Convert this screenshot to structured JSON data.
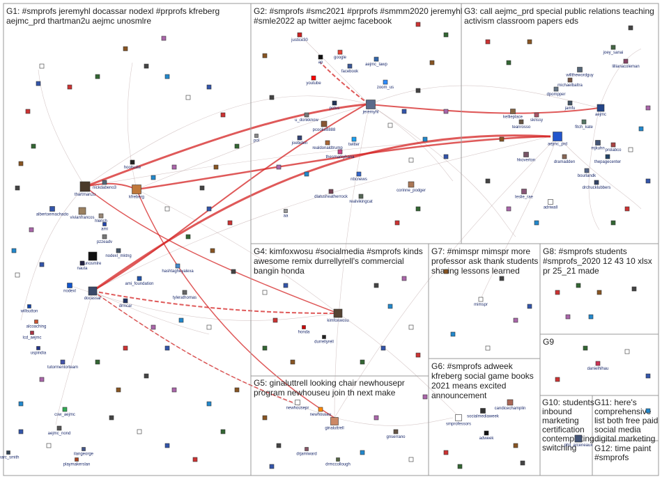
{
  "groups": [
    {
      "id": "G1",
      "lines": [
        "G1: #smprofs jeremyhl docassar nodexl #prprofs kfreberg",
        "aejmc_prd thartman2u aejmc unosmlre"
      ]
    },
    {
      "id": "G2",
      "lines": [
        "G2: #smprofs #smc2021 #prprofs #smmm2020 jeremyhl",
        "#smle2022 ap twitter aejmc facebook"
      ]
    },
    {
      "id": "G3",
      "lines": [
        "G3: call aejmc_prd special public relations teaching",
        "activism classroom papers eds"
      ]
    },
    {
      "id": "G4",
      "lines": [
        "G4: kimfoxwosu #socialmedia #smprofs kinds",
        "awesome remix durrellyrell's commercial",
        "bangin honda"
      ]
    },
    {
      "id": "G5",
      "lines": [
        "G5: ginaluttrell looking chair newhousepr",
        "program newhouseu join th next make"
      ]
    },
    {
      "id": "G6",
      "lines": [
        "G6: #smprofs adweek",
        "kfreberg social game books",
        "2021 means excited",
        "announcement"
      ]
    },
    {
      "id": "G7",
      "lines": [
        "G7: #mimspr mimspr more",
        "professor ask thank students",
        "sharing lessons learned"
      ]
    },
    {
      "id": "G8",
      "lines": [
        "G8: #smprofs students",
        "#smprofs_2020 12 43 10 xlsx",
        "pr 25_21 made"
      ]
    },
    {
      "id": "G9",
      "lines": [
        "G9"
      ]
    },
    {
      "id": "G10",
      "lines": [
        "G10: students",
        "inbound",
        "marketing",
        "certification",
        "contemplating",
        "switching"
      ]
    },
    {
      "id": "G11",
      "lines": [
        "G11: here's",
        "comprehensive",
        "list both free paid",
        "social media",
        "digital marketing"
      ]
    },
    {
      "id": "G12",
      "lines": [
        "G12: time paint",
        "#smprofs"
      ]
    }
  ],
  "nodes": [
    {
      "label": "thartman2u",
      "group": "G1",
      "color": "#4a3a2a"
    },
    {
      "label": "kfreberg",
      "group": "G1",
      "color": "#c0783a"
    },
    {
      "label": "nickdabeno3",
      "group": "G1",
      "color": "#556677"
    },
    {
      "label": "albertoemachado",
      "group": "G1",
      "color": "#3355aa"
    },
    {
      "label": "vivianfrancos",
      "group": "G1",
      "color": "#9a8060"
    },
    {
      "label": "hootsuite",
      "group": "G1",
      "color": "#222222"
    },
    {
      "label": "pzzeadv",
      "group": "G1",
      "color": "#777777"
    },
    {
      "label": "nodexl_mktng",
      "group": "G1",
      "color": "#445566"
    },
    {
      "label": "unosmlre",
      "group": "G1",
      "color": "#111111"
    },
    {
      "label": "ami_foundation",
      "group": "G1",
      "color": "#2255aa"
    },
    {
      "label": "docassar",
      "group": "G1",
      "color": "#3a4a6a"
    },
    {
      "label": "nodexl",
      "group": "G1",
      "color": "#1155cc"
    },
    {
      "label": "drmcar",
      "group": "G1",
      "color": "#223366"
    },
    {
      "label": "hashtagheyalexa",
      "group": "G1",
      "color": "#4488cc"
    },
    {
      "label": "tylerathomas",
      "group": "G1",
      "color": "#666666"
    },
    {
      "label": "willsutton",
      "group": "G1",
      "color": "#1144aa"
    },
    {
      "label": "alcoaching",
      "group": "G1",
      "color": "#cc5533"
    },
    {
      "label": "lcd_aejmc",
      "group": "G1",
      "color": "#aa3344"
    },
    {
      "label": "uspindia",
      "group": "G1",
      "color": "#223388"
    },
    {
      "label": "tutormentorteam",
      "group": "G1",
      "color": "#4455aa"
    },
    {
      "label": "csw_aejmc",
      "group": "G1",
      "color": "#33aa55"
    },
    {
      "label": "aejmc_nond",
      "group": "G1",
      "color": "#555555"
    },
    {
      "label": "ilangeorge",
      "group": "G1",
      "color": "#445588"
    },
    {
      "label": "playmakerslan",
      "group": "G1",
      "color": "#aa4422"
    },
    {
      "label": "marc_smith",
      "group": "G1",
      "color": "#334455"
    },
    {
      "label": "nauta",
      "group": "G1",
      "color": "#222244"
    },
    {
      "label": "hlerich",
      "group": "G1",
      "color": "#998877"
    },
    {
      "label": "ami",
      "group": "G1",
      "color": "#2244aa"
    },
    {
      "label": "justice30",
      "group": "G2",
      "color": "#cc2222"
    },
    {
      "label": "ap",
      "group": "G2",
      "color": "#111111"
    },
    {
      "label": "google",
      "group": "G2",
      "color": "#ea4335"
    },
    {
      "label": "aejmc_lawp",
      "group": "G2",
      "color": "#3366aa"
    },
    {
      "label": "facebook",
      "group": "G2",
      "color": "#3b5998"
    },
    {
      "label": "zoom_us",
      "group": "G2",
      "color": "#2d8cff"
    },
    {
      "label": "youtube",
      "group": "G2",
      "color": "#ff0000"
    },
    {
      "label": "jeremyhl",
      "group": "G2",
      "color": "#5a6a8a"
    },
    {
      "label": "potus",
      "group": "G2",
      "color": "#223355"
    },
    {
      "label": "u_donkknow",
      "group": "G2",
      "color": "#777777"
    },
    {
      "label": "pcooke8888",
      "group": "G2",
      "color": "#885533"
    },
    {
      "label": "joebiden",
      "group": "G2",
      "color": "#334477"
    },
    {
      "label": "realdonaldtrump",
      "group": "G2",
      "color": "#aa6633"
    },
    {
      "label": "twitter",
      "group": "G2",
      "color": "#1da1f2"
    },
    {
      "label": "thesmarkyhana",
      "group": "G2",
      "color": "#cc4488"
    },
    {
      "label": "pol",
      "group": "G2",
      "color": "#888888"
    },
    {
      "label": "nbcnews",
      "group": "G2",
      "color": "#3366cc"
    },
    {
      "label": "dlatusheatherrock",
      "group": "G2",
      "color": "#774455"
    },
    {
      "label": "realvikingcat",
      "group": "G2",
      "color": "#556655"
    },
    {
      "label": "corinne_podger",
      "group": "G2",
      "color": "#aa7755"
    },
    {
      "label": "aa",
      "group": "G2",
      "color": "#999999"
    },
    {
      "label": "joey_sanai",
      "group": "G3",
      "color": "#446644"
    },
    {
      "label": "lillianacoleman",
      "group": "G3",
      "color": "#884466"
    },
    {
      "label": "willthewordguy",
      "group": "G3",
      "color": "#556677"
    },
    {
      "label": "michaelbaltra",
      "group": "G3",
      "color": "#775544"
    },
    {
      "label": "dpompper",
      "group": "G3",
      "color": "#667788"
    },
    {
      "label": "jamfu",
      "group": "G3",
      "color": "#445566"
    },
    {
      "label": "kellieplace",
      "group": "G3",
      "color": "#886644"
    },
    {
      "label": "skrissy",
      "group": "G3",
      "color": "#aa5566"
    },
    {
      "label": "teanrosso",
      "group": "G3",
      "color": "#665544"
    },
    {
      "label": "fitch_kate",
      "group": "G3",
      "color": "#557766"
    },
    {
      "label": "aejmc",
      "group": "G3",
      "color": "#224488"
    },
    {
      "label": "aejmc_prd",
      "group": "G3",
      "color": "#2255cc"
    },
    {
      "label": "mjkuhn",
      "group": "G3",
      "color": "#445577"
    },
    {
      "label": "prolabco",
      "group": "G3",
      "color": "#aa4444"
    },
    {
      "label": "thepagecenter",
      "group": "G3",
      "color": "#224466"
    },
    {
      "label": "hkoverton",
      "group": "G3",
      "color": "#775566"
    },
    {
      "label": "dramadden",
      "group": "G3",
      "color": "#886655"
    },
    {
      "label": "bourlandk",
      "group": "G3",
      "color": "#556688"
    },
    {
      "label": "drchucklubbers",
      "group": "G3",
      "color": "#334466"
    },
    {
      "label": "leslie_rae",
      "group": "G3",
      "color": "#885577"
    },
    {
      "label": "adriwall",
      "group": "G3",
      "color": "#ffffff"
    },
    {
      "label": "kimfoxwosu",
      "group": "G4",
      "color": "#554433"
    },
    {
      "label": "honda",
      "group": "G4",
      "color": "#cc0000"
    },
    {
      "label": "durrellyrell",
      "group": "G4",
      "color": "#222222"
    },
    {
      "label": "mimspr",
      "group": "G7",
      "color": "#ffffff"
    },
    {
      "label": "newhousepr",
      "group": "G5",
      "color": "#ffffff"
    },
    {
      "label": "newhouseu",
      "group": "G5",
      "color": "#ff8800"
    },
    {
      "label": "ginaluttrell",
      "group": "G5",
      "color": "#cc8866"
    },
    {
      "label": "gnserrano",
      "group": "G5",
      "color": "#665544"
    },
    {
      "label": "drjamiward",
      "group": "G5",
      "color": "#885566"
    },
    {
      "label": "drmccollough",
      "group": "G5",
      "color": "#556644"
    },
    {
      "label": "smprofessors",
      "group": "G6",
      "color": "#ffffff"
    },
    {
      "label": "socialmediaweek",
      "group": "G6",
      "color": "#333333"
    },
    {
      "label": "candicechamplin",
      "group": "G6",
      "color": "#aa6655"
    },
    {
      "label": "adweek",
      "group": "G6",
      "color": "#111111"
    },
    {
      "label": "danielhlhau",
      "group": "G9",
      "color": "#cc3355"
    },
    {
      "label": "phil_arceneaux",
      "group": "G10",
      "color": "#445577"
    }
  ]
}
